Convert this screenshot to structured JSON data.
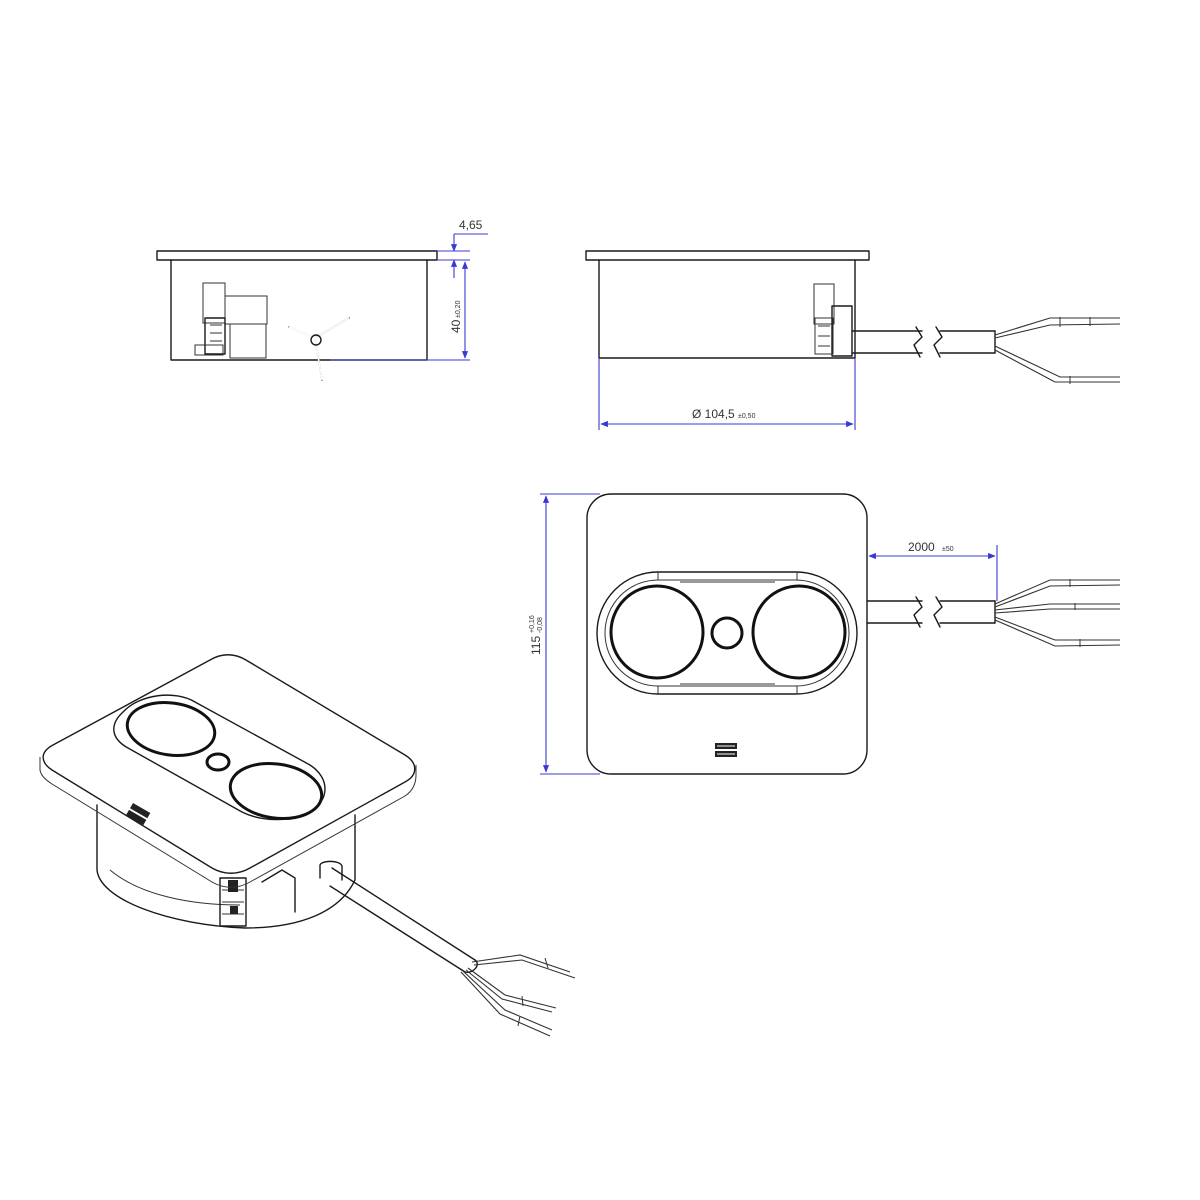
{
  "dimensions": {
    "flange_thickness": "4,65",
    "height_value": "40",
    "height_tolerance": "±0,20",
    "diameter_value": "Ø 104,5",
    "diameter_tolerance": "±0,50",
    "cable_length_value": "2000",
    "cable_length_tolerance": "±50",
    "side_value": "115",
    "side_tolerance_upper": "+0,16",
    "side_tolerance_lower": "-0,08"
  },
  "colors": {
    "outline": "#1a1a1a",
    "dimension_line": "#3a3ad0",
    "background": "#ffffff"
  }
}
